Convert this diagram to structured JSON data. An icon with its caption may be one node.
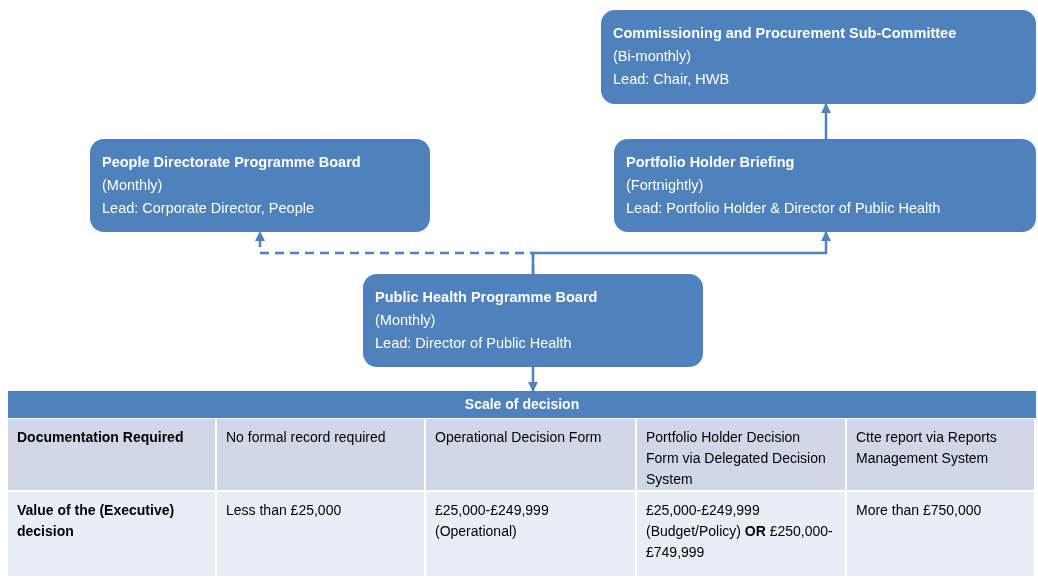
{
  "diagram": {
    "nodes": [
      {
        "text": [
          "Commissioning and Procurement Sub-Committee",
          "(Bi-monthly)",
          "Lead: Chair, HWB"
        ]
      },
      {
        "text": [
          "People Directorate Programme Board",
          "(Monthly)",
          "Lead: Corporate Director, People"
        ]
      },
      {
        "text": [
          "Portfolio Holder Briefing",
          "(Fortnightly)",
          "Lead: Portfolio Holder & Director of Public Health"
        ]
      },
      {
        "text": [
          "Public Health Programme Board",
          "(Monthly)",
          "Lead: Director of Public Health"
        ]
      },
      {
        "text": [
          "Scale of decision"
        ]
      }
    ],
    "edges": [
      {
        "from": 3,
        "to": 1,
        "arrow": "to",
        "style": "dashed"
      },
      {
        "from": 3,
        "to": 2,
        "arrow": "to"
      },
      {
        "from": 2,
        "to": 0,
        "arrow": "to"
      },
      {
        "from": 3,
        "to": 4,
        "arrow": "to"
      }
    ],
    "labels": [
      "Documentation Required",
      "No formal record required",
      "Operational Decision Form",
      "Portfolio Holder Decision Form via Delegated Decision System",
      "Ctte report via Reports Management System",
      "Value of the (Executive) decision",
      "Less than £25,000",
      "£25,000-£249,999 (Operational)",
      "£25,000-£249,999 (Budget/Policy) **OR** £250,000-£749,999",
      "More than £750,000"
    ]
  }
}
